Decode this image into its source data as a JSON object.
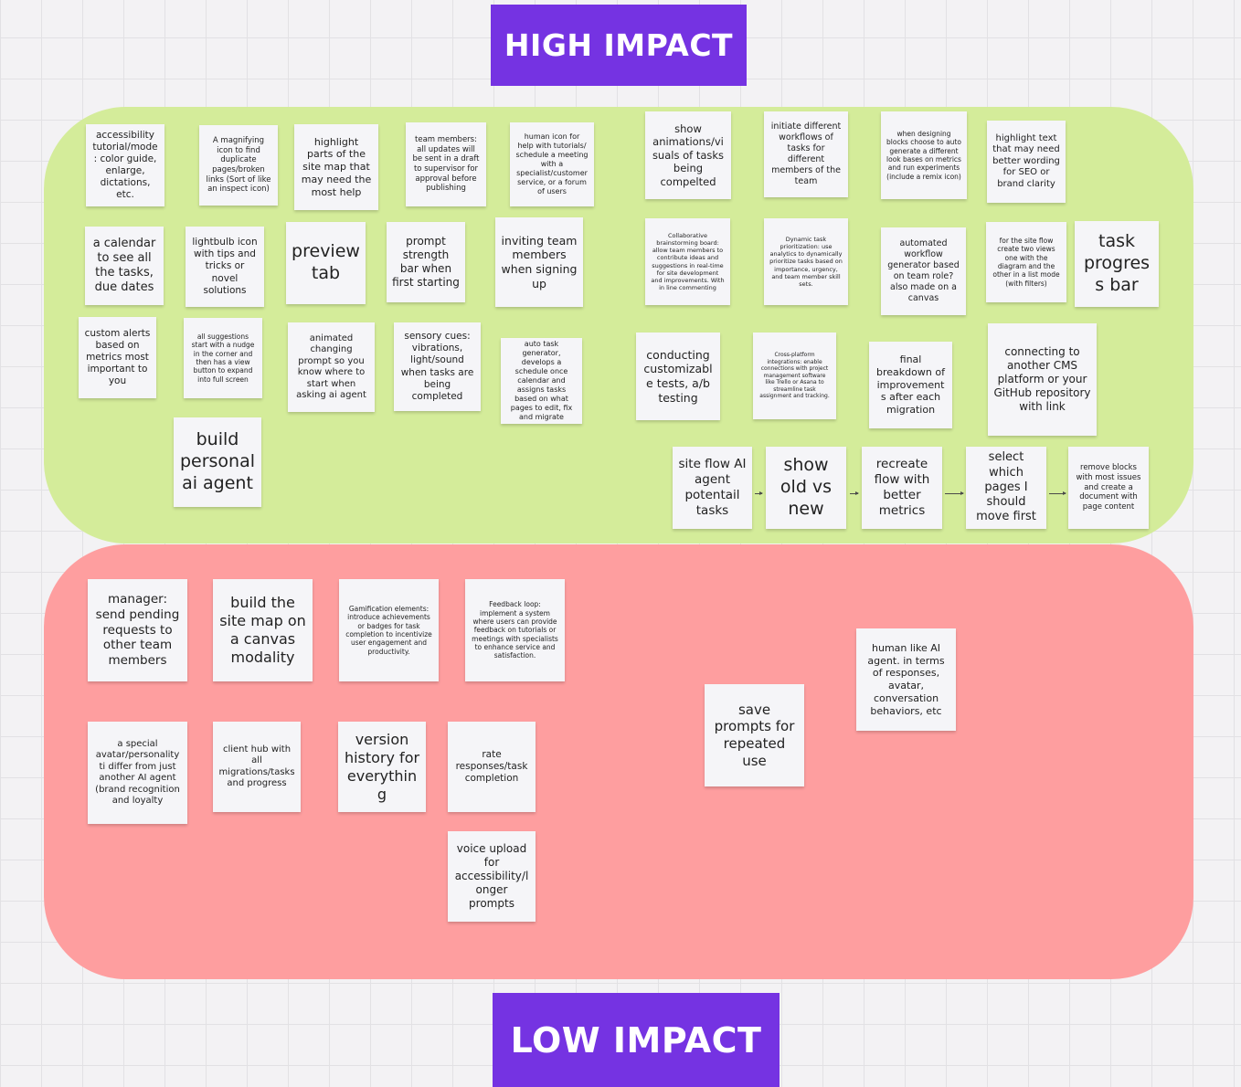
{
  "banners": {
    "high": "HIGH IMPACT",
    "low": "LOW IMPACT"
  },
  "colors": {
    "banner": "#7533e2",
    "high_zone": "#d4ec9a",
    "low_zone": "#fe9e9f",
    "sticky_note": "#f5f5f8",
    "canvas": "#f3f2f4"
  },
  "high_impact": {
    "notes": [
      {
        "text": "accessibility tutorial/mode: color guide, enlarge, dictations, etc."
      },
      {
        "text": "A magnifying icon to find duplicate pages/broken links (Sort of like an inspect icon)"
      },
      {
        "text": "highlight parts of the site map that may need the most help"
      },
      {
        "text": "team members: all updates will be sent in a draft to supervisor for approval before publishing"
      },
      {
        "text": "human icon for help with tutorials/ schedule a meeting with a specialist/customer service, or a forum of users"
      },
      {
        "text": "show animations/visuals of tasks being compelted"
      },
      {
        "text": "initiate different workflows of tasks for different members of the team"
      },
      {
        "text": "when designing blocks choose to auto generate a different look bases on metrics and run experiments (include a remix icon)"
      },
      {
        "text": "highlight text that may need better wording for SEO or brand clarity"
      },
      {
        "text": "a calendar to see all the tasks, due dates"
      },
      {
        "text": "lightbulb icon with tips and tricks or novel solutions"
      },
      {
        "text": "preview tab"
      },
      {
        "text": "prompt strength bar when first starting"
      },
      {
        "text": "inviting team members when signing up"
      },
      {
        "text": "Collaborative brainstorming board: allow team members to contribute ideas and suggestions in real-time for site development and improvements. With in line commenting"
      },
      {
        "text": "Dynamic task prioritization: use analytics to dynamically prioritize tasks based on importance, urgency, and team member skill sets."
      },
      {
        "text": "automated workflow generator based on team role? also made on a canvas"
      },
      {
        "text": "for the site flow create two views one with the diagram and the other in a list mode (with filters)"
      },
      {
        "text": "task progress bar"
      },
      {
        "text": "custom alerts based on metrics most important to you"
      },
      {
        "text": "all suggestions start with a nudge in the corner and then has a view button to expand into full screen"
      },
      {
        "text": "animated changing prompt so you know where to start when asking ai agent"
      },
      {
        "text": "sensory cues: vibrations, light/sound when tasks are being completed"
      },
      {
        "text": "auto task generator, develops a schedule once calendar and assigns tasks based on what pages to edit, fix and migrate"
      },
      {
        "text": "conducting customizable tests, a/b testing"
      },
      {
        "text": "Cross-platform integrations: enable connections with project management software like Trello or Asana to streamline task assignment and tracking."
      },
      {
        "text": "final breakdown of improvements after each migration"
      },
      {
        "text": "connecting to another CMS platform or your GitHub repository with link"
      },
      {
        "text": "build personal ai agent"
      }
    ],
    "flow": [
      {
        "text": "site flow AI agent potentail tasks"
      },
      {
        "text": "show old vs new"
      },
      {
        "text": "recreate flow with better metrics"
      },
      {
        "text": "select which pages I should move first"
      },
      {
        "text": "remove blocks with most issues and create a document with page content"
      }
    ]
  },
  "low_impact": {
    "notes": [
      {
        "text": "manager: send pending requests to other team members"
      },
      {
        "text": "build the site map on a canvas modality"
      },
      {
        "text": "Gamification elements: introduce achievements or badges for task completion to incentivize user engagement and productivity."
      },
      {
        "text": "Feedback loop: implement a system where users can provide feedback on tutorials or meetings with specialists to enhance service and satisfaction."
      },
      {
        "text": "a special avatar/personality ti differ from just another AI agent (brand recognition and loyalty"
      },
      {
        "text": "client hub with all migrations/tasks and progress"
      },
      {
        "text": "version history for everything"
      },
      {
        "text": "rate responses/task completion"
      },
      {
        "text": "voice upload for accessibility/longer prompts"
      },
      {
        "text": "save prompts for repeated use"
      },
      {
        "text": "human like AI agent. in terms of responses, avatar, conversation behaviors, etc"
      }
    ]
  }
}
